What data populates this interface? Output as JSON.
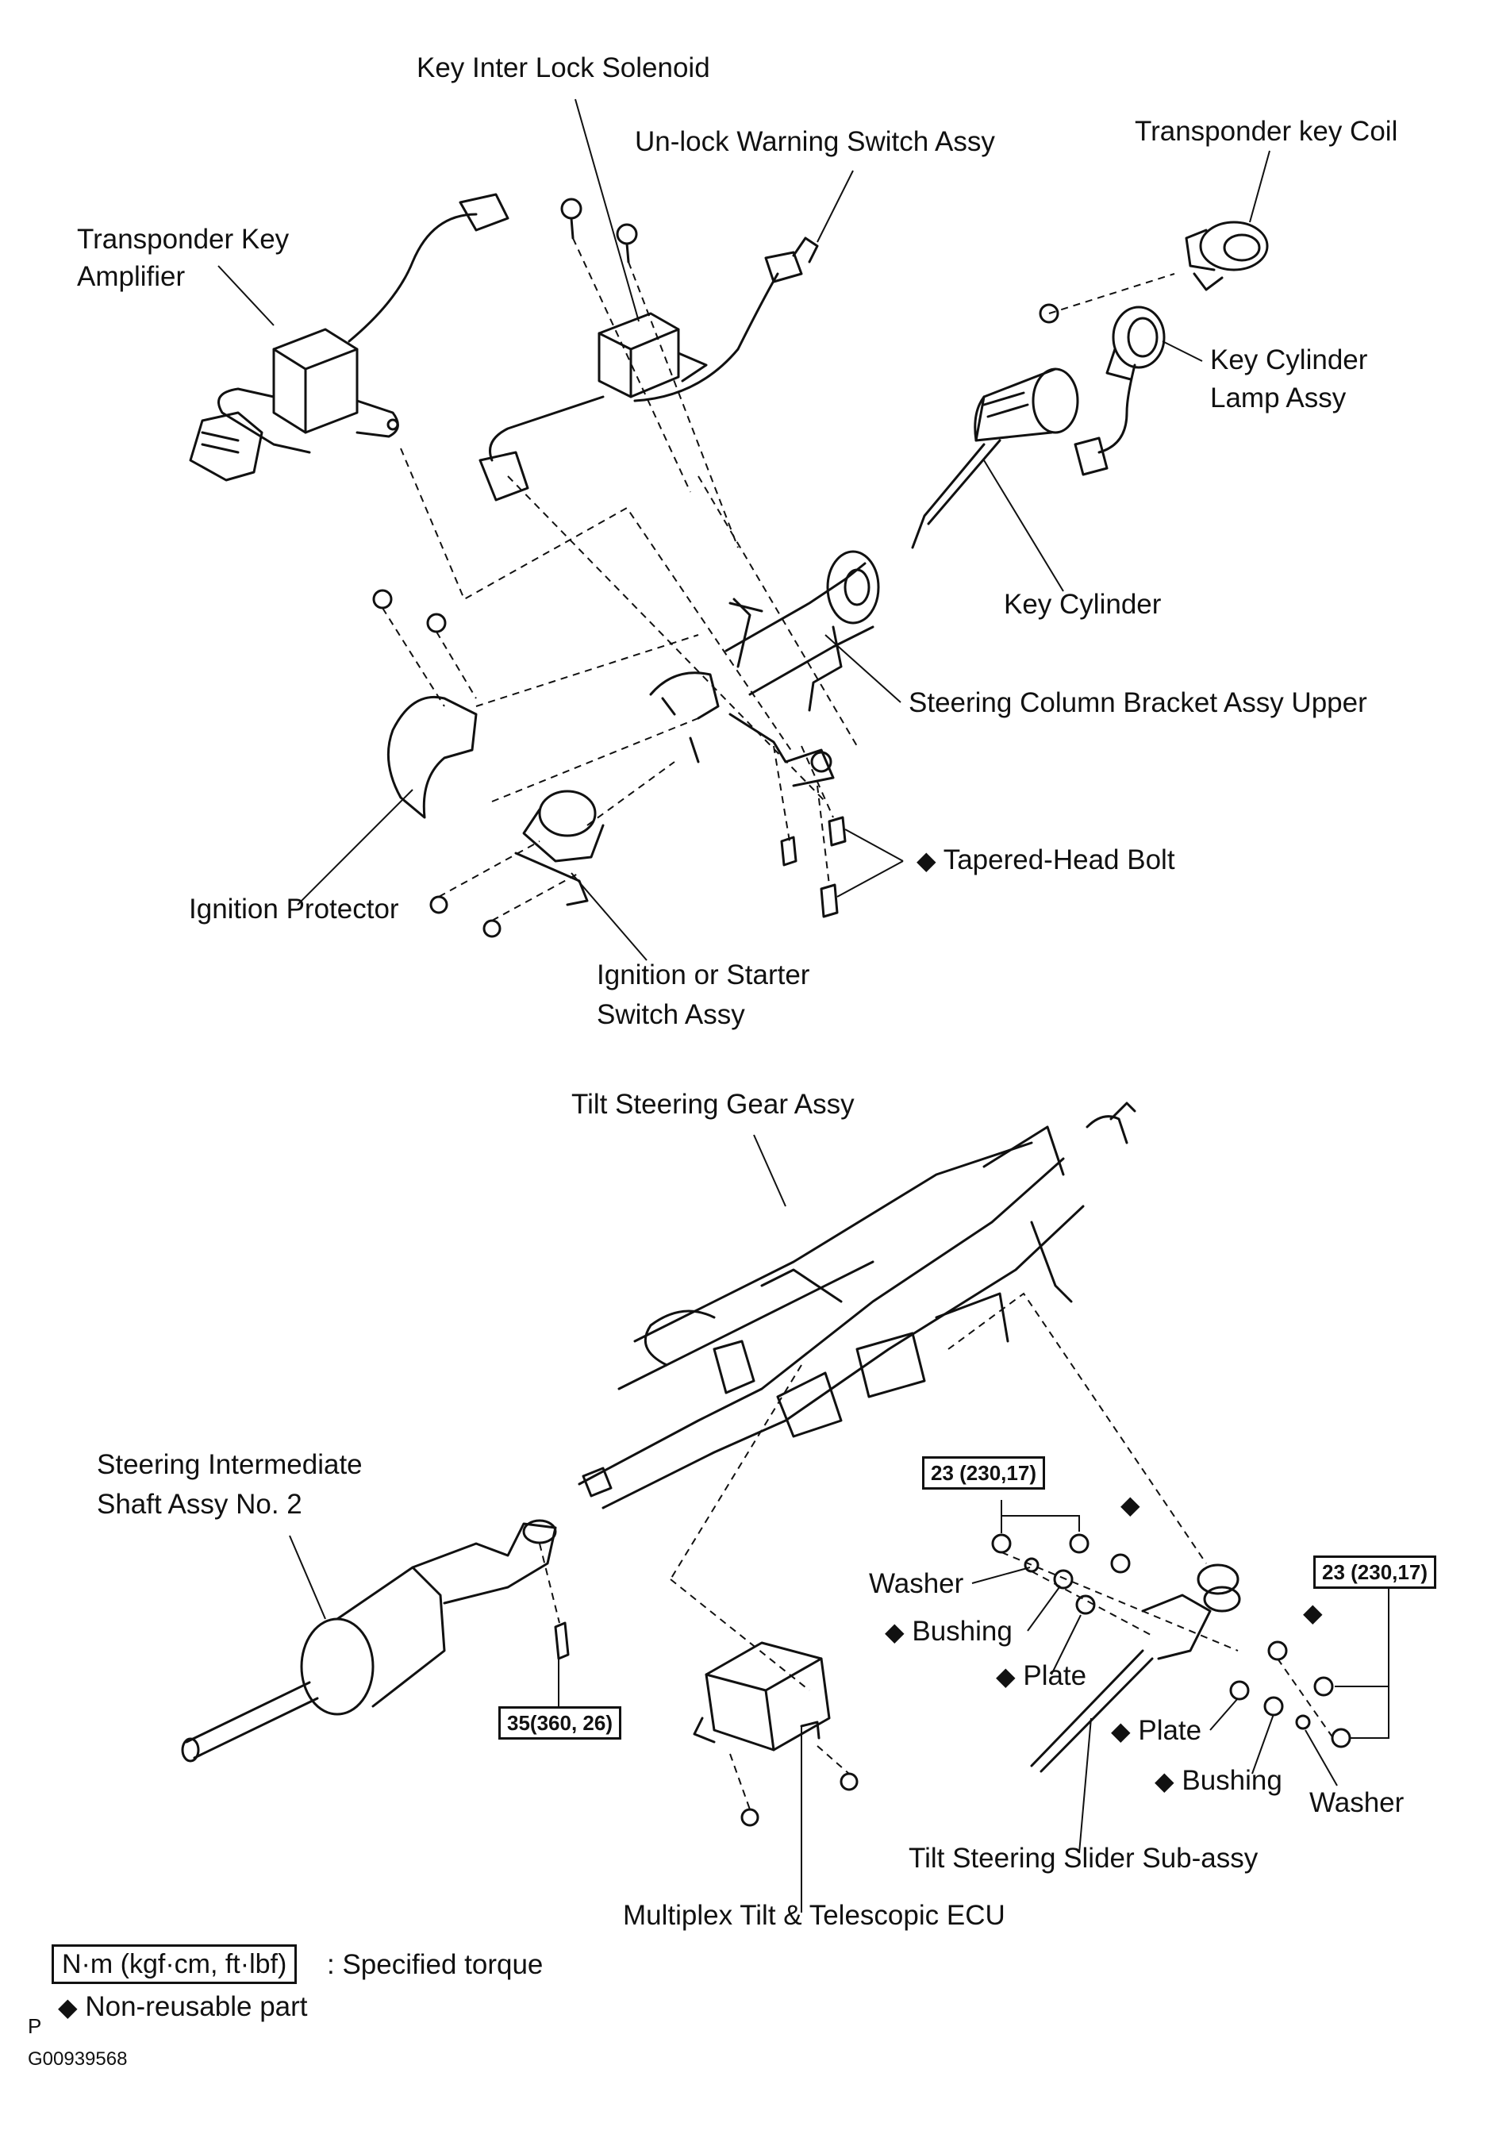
{
  "labels": {
    "key_interlock_solenoid": "Key Inter Lock Solenoid",
    "unlock_warning_switch": "Un-lock Warning Switch Assy",
    "transponder_key_coil": "Transponder key Coil",
    "transponder_key_amplifier_1": "Transponder Key",
    "transponder_key_amplifier_2": "Amplifier",
    "key_cylinder_lamp_1": "Key Cylinder",
    "key_cylinder_lamp_2": "Lamp Assy",
    "key_cylinder": "Key Cylinder",
    "bracket_upper": "Steering Column Bracket Assy Upper",
    "tapered_head_bolt": "Tapered-Head Bolt",
    "ignition_protector": "Ignition Protector",
    "ignition_switch_1": "Ignition or Starter",
    "ignition_switch_2": "Switch Assy",
    "tilt_gear": "Tilt Steering Gear Assy",
    "intermediate_shaft_1": "Steering Intermediate",
    "intermediate_shaft_2": "Shaft Assy No. 2",
    "washer_left": "Washer",
    "bushing_left": "Bushing",
    "plate_left": "Plate",
    "plate_right": "Plate",
    "bushing_right": "Bushing",
    "washer_right": "Washer",
    "tilt_slider": "Tilt Steering Slider Sub-assy",
    "ecu": "Multiplex Tilt & Telescopic ECU"
  },
  "torque": {
    "upper_left": "23 (230,17)",
    "right": "23 (230,17)",
    "shaft": "35(360, 26)"
  },
  "legend": {
    "torque_unit": "N·m (kgf·cm, ft·lbf)",
    "torque_desc": ": Specified torque",
    "non_reusable": "Non-reusable part",
    "diamond": "◆"
  },
  "footer": {
    "mark": "P",
    "code": "G00939568"
  }
}
